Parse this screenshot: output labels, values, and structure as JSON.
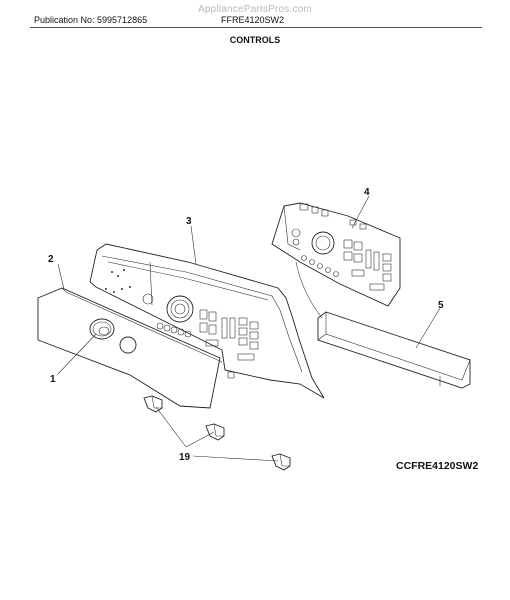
{
  "header": {
    "watermark": "AppliancePartsPros.com",
    "publication": "Publication No: 5995712865",
    "model": "FFRE4120SW2"
  },
  "section_title": "CONTROLS",
  "diagram_id": "CCFRE4120SW2",
  "callouts": {
    "knob": "1",
    "control_panel": "2",
    "console": "3",
    "control_board": "4",
    "cover": "5",
    "clips": "19"
  }
}
